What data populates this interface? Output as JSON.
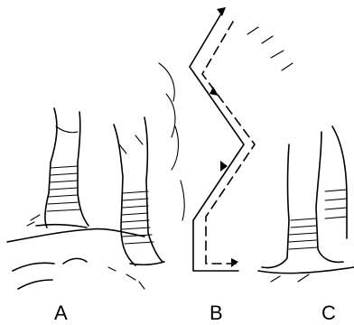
{
  "panel_labels": {
    "a": "A",
    "b": "B",
    "c": "C"
  }
}
